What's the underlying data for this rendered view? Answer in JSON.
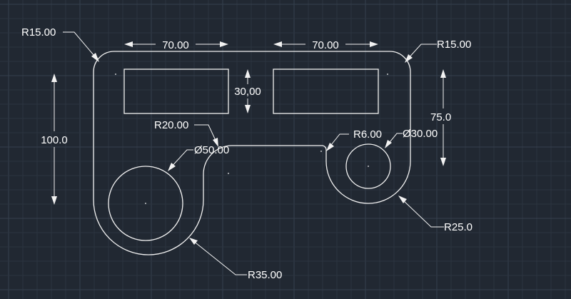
{
  "colors": {
    "background": "#212832",
    "grid_minor": "#2c3440",
    "grid_major": "#35404d",
    "geometry": "#f2f2f2"
  },
  "dimensions": {
    "width_left": "70.00",
    "width_right": "70.00",
    "slot_height": "30,00",
    "overall_height": "100.0",
    "right_height": "75.0",
    "radius_top_left": "R15.00",
    "radius_top_right": "R15.00",
    "radius_fillet_left": "R20.00",
    "diameter_left_hole": "Ø50.00",
    "radius_fillet_right": "R6.00",
    "diameter_right_hole": "Ø30.00",
    "radius_right_lobe": "R25.0",
    "radius_left_lobe": "R35.00"
  }
}
